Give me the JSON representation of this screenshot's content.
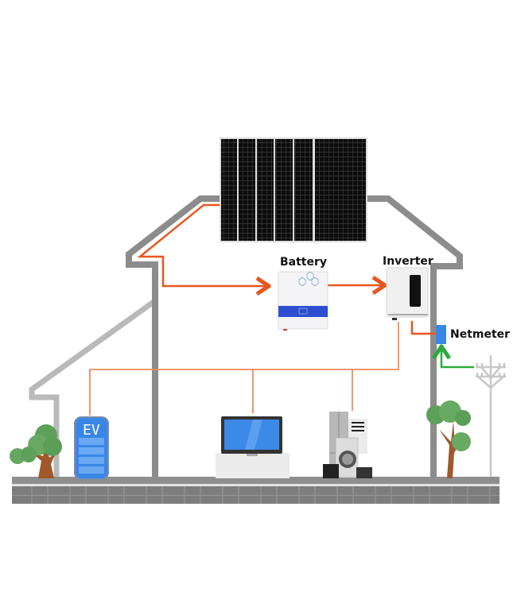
{
  "labels": {
    "battery": "Battery",
    "inverter": "Inverter",
    "netmeter": "Netmeter",
    "ev": "EV"
  },
  "colors": {
    "wall": "#8c8c8c",
    "annex": "#b9b9b9",
    "dc_line": "#e8561e",
    "ac_line": "#ef8a5a",
    "grid_line": "#2eaa3a",
    "netmeter": "#3a86e8",
    "screen": "#3b8ae8"
  }
}
